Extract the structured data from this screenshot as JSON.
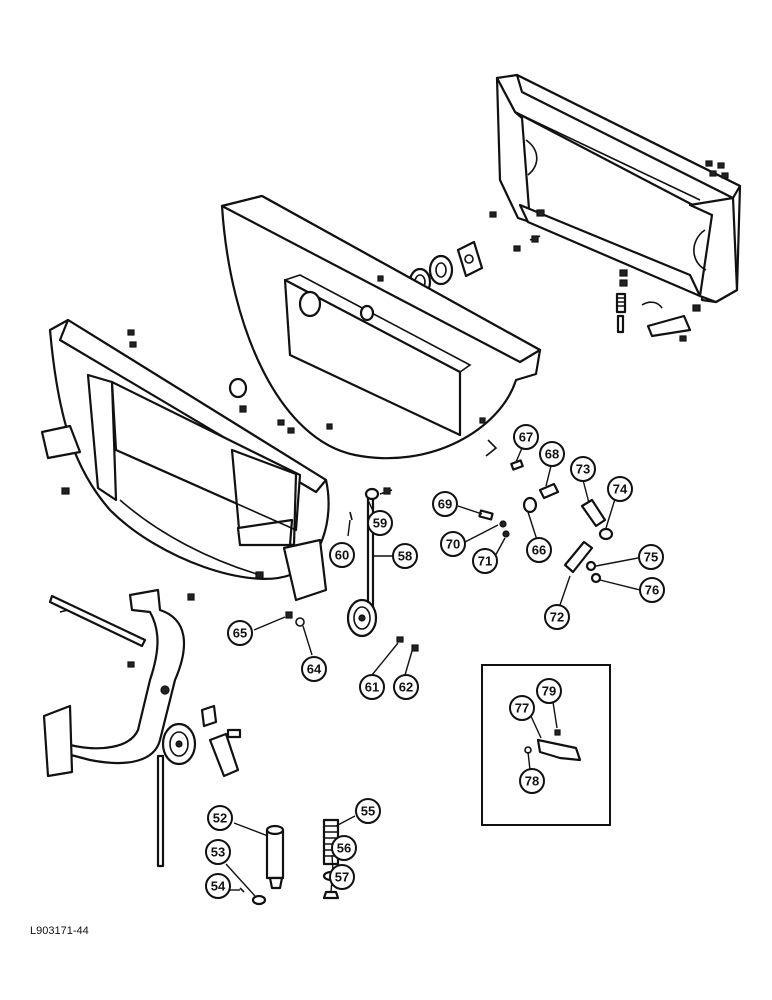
{
  "figure_id": "L903171-44",
  "callouts": [
    {
      "label": "52"
    },
    {
      "label": "53"
    },
    {
      "label": "54"
    },
    {
      "label": "55"
    },
    {
      "label": "56"
    },
    {
      "label": "57"
    },
    {
      "label": "58"
    },
    {
      "label": "59"
    },
    {
      "label": "60"
    },
    {
      "label": "61"
    },
    {
      "label": "62"
    },
    {
      "label": "64"
    },
    {
      "label": "65"
    },
    {
      "label": "66"
    },
    {
      "label": "67"
    },
    {
      "label": "68"
    },
    {
      "label": "69"
    },
    {
      "label": "70"
    },
    {
      "label": "71"
    },
    {
      "label": "72"
    },
    {
      "label": "73"
    },
    {
      "label": "74"
    },
    {
      "label": "75"
    },
    {
      "label": "76"
    },
    {
      "label": "77"
    },
    {
      "label": "78"
    },
    {
      "label": "79"
    }
  ]
}
